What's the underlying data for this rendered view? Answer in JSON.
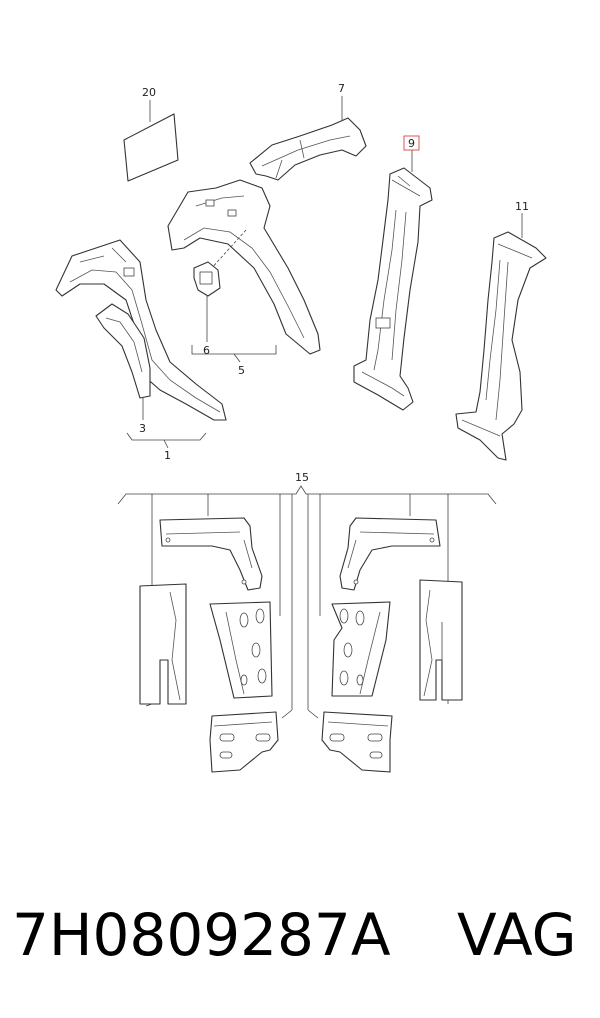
{
  "callouts": {
    "c1": "1",
    "c3": "3",
    "c5": "5",
    "c6": "6",
    "c7": "7",
    "c9": "9",
    "c11": "11",
    "c15": "15",
    "c20": "20"
  },
  "highlight_color": "#e05050",
  "caption": {
    "part_number": "7H0809287A",
    "brand": "VAG"
  }
}
